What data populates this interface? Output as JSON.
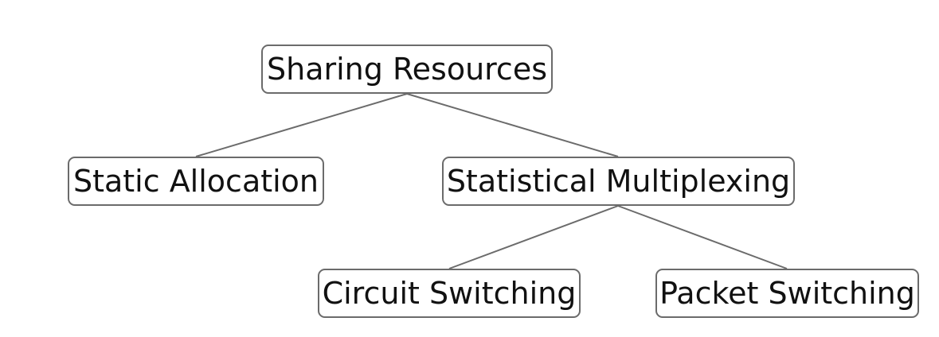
{
  "diagram": {
    "nodes": {
      "root": "Sharing Resources",
      "static_allocation": "Static Allocation",
      "statistical_multiplexing": "Statistical Multiplexing",
      "circuit_switching": "Circuit Switching",
      "packet_switching": "Packet Switching"
    },
    "edges": [
      [
        "root",
        "static_allocation"
      ],
      [
        "root",
        "statistical_multiplexing"
      ],
      [
        "statistical_multiplexing",
        "circuit_switching"
      ],
      [
        "statistical_multiplexing",
        "packet_switching"
      ]
    ],
    "colors": {
      "border": "#6b6b6b",
      "text": "#111111",
      "background": "#ffffff"
    }
  }
}
